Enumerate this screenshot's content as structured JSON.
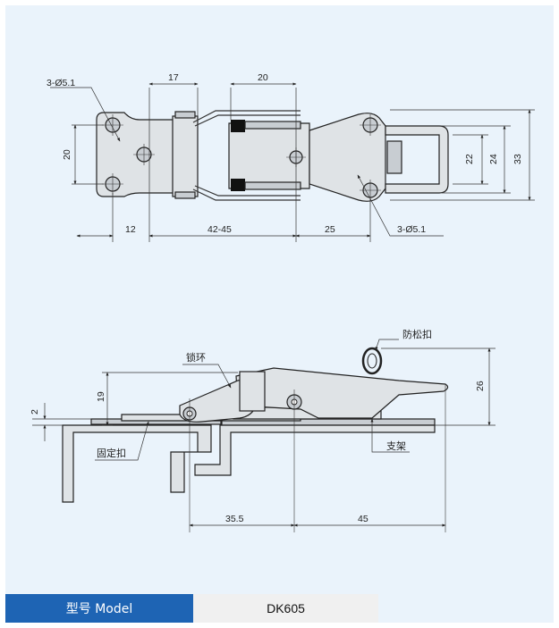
{
  "top_view": {
    "dims": {
      "hole_spec_left": "3-Ø5.1",
      "hole_spec_right": "3-Ø5.1",
      "d17": "17",
      "d20_top": "20",
      "d20_left": "20",
      "d12": "12",
      "d42_45": "42-45",
      "d25": "25",
      "d22": "22",
      "d24": "24",
      "d33": "33"
    }
  },
  "side_view": {
    "labels": {
      "anti_loose": "防松扣",
      "lock_ring": "锁环",
      "catch": "固定扣",
      "bracket": "支架"
    },
    "dims": {
      "d2": "2",
      "d19": "19",
      "d26": "26",
      "d35_5": "35.5",
      "d45": "45"
    }
  },
  "model_bar": {
    "label": "型号 Model",
    "value": "DK605"
  },
  "colors": {
    "background": "#eaf3fb",
    "label_bg": "#1e64b4",
    "value_bg": "#f0f0f0"
  }
}
